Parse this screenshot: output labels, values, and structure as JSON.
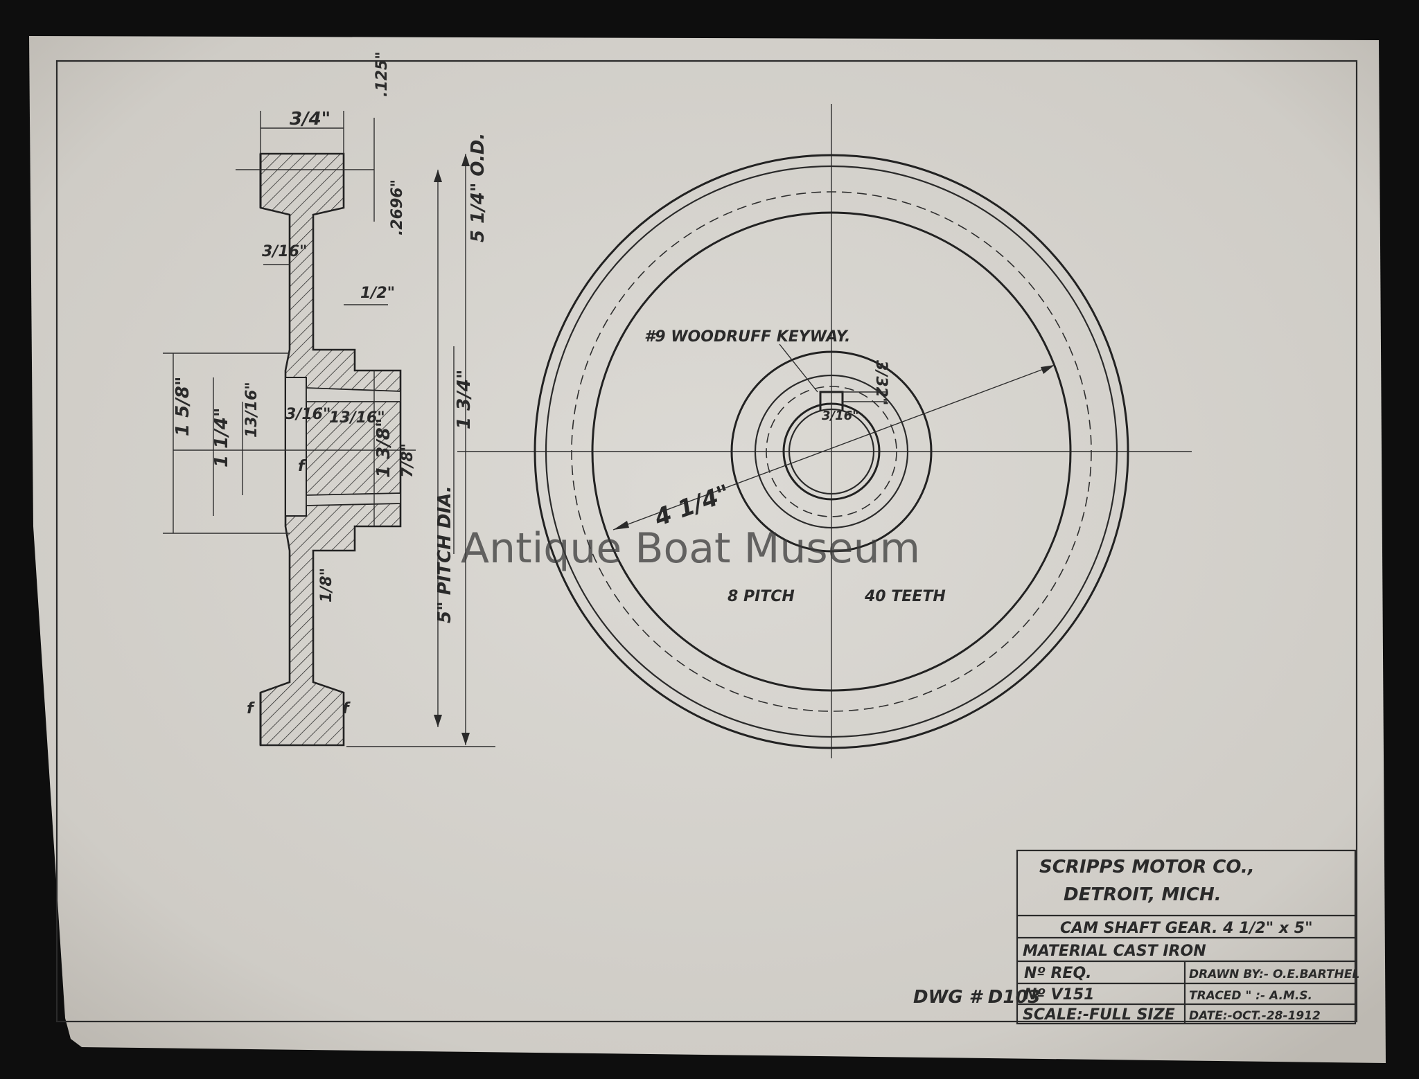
{
  "watermark": "Antique Boat Museum",
  "colors": {
    "paper": "#d6d4cf",
    "ink": "#2a2a2a",
    "background": "#0e0e0e"
  },
  "front_view": {
    "keyway_label": "#9 WOODRUFF KEYWAY.",
    "keyway_width": "3/16\"",
    "keyway_depth": "3/32\"",
    "radius_label": "4 1/4\"",
    "pitch_label": "8 PITCH",
    "teeth_label": "40 TEETH"
  },
  "section_view": {
    "face_width": "3/4\"",
    "rim_offset": ".125\"",
    "tooth_depth": ".2696\"",
    "web_thickness": "3/16\"",
    "rim_step": "1/2\"",
    "outside_dia": "5 1/4\" O.D.",
    "hub_dia": "1 3/4\"",
    "bore_dia": "1 3/8\"",
    "pitch_dia": "5\" PITCH DIA.",
    "pitch_small": "7/8\"",
    "hub_length": "1 5/8\"",
    "hub_inner": "1 1/4\"",
    "bore_depth": "13/16\"",
    "hub_face": "3/16\"",
    "hub_step": "13/16\"",
    "finish_mark": "f",
    "relief": "1/8\""
  },
  "title_block": {
    "company": "SCRIPPS MOTOR CO.,",
    "city": "DETROIT, MICH.",
    "part": "CAM SHAFT GEAR. 4 1/2\" x 5\"",
    "material": "MATERIAL   CAST IRON",
    "no_req": "Nº REQ.",
    "part_no": "Nº V151",
    "scale": "SCALE:-FULL SIZE",
    "drawn_by": "DRAWN BY:- O.E.BARTHEL",
    "traced": "TRACED \" :- A.M.S.",
    "date": "DATE:-OCT.-28-1912"
  },
  "drawing_number": "DWG # D103"
}
